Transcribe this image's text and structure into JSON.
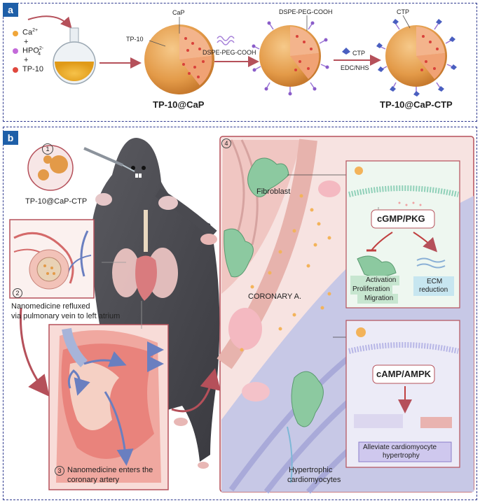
{
  "panel_a": {
    "tag": "a",
    "reagents": {
      "ca": "Ca",
      "ca_sup": "2+",
      "plus1": "+",
      "hpo": "HPO",
      "hpo_sup": "2-",
      "hpo_sub": "4",
      "plus2": "+",
      "tp10": "TP-10"
    },
    "labels": {
      "cap": "CaP",
      "tp10_pointer": "TP-10",
      "dspe_top": "DSPE-PEG-COOH",
      "dspe_arrow": "DSPE-PEG-COOH",
      "ctp_top": "CTP",
      "ctp_arrow": "CTP",
      "edc": "EDC/NHS",
      "np1": "TP-10@CaP",
      "np2": "TP-10@CaP-CTP"
    }
  },
  "panel_b": {
    "tag": "b",
    "step1": "1",
    "step1_label": "TP-10@CaP-CTP",
    "step2": "2",
    "step2_label_l1": "Nanomedicine refluxed",
    "step2_label_l2": "via pulmonary vein to left atrium",
    "step3": "3",
    "step3_label_l1": "Nanomedicine enters the",
    "step3_label_l2": "coronary artery",
    "step4": "4",
    "fibroblast": "Fibroblast",
    "coronary": "CORONARY A.",
    "hypertrophic_l1": "Hypertrophic",
    "hypertrophic_l2": "cardiomyocytes",
    "box1": {
      "pathway": "cGMP/PKG",
      "activation": "Activation",
      "proliferation": "Proliferation",
      "migration": "Migration",
      "ecm_l1": "ECM",
      "ecm_l2": "reduction"
    },
    "box2": {
      "pathway": "cAMP/AMPK",
      "alleviate_l1": "Alleviate cardiomyocyte",
      "alleviate_l2": "hypertrophy"
    }
  },
  "colors": {
    "frame": "#2f3a8f",
    "tag_blue": "#1e5fa8",
    "np_orange": "#e8a04a",
    "drug_red": "#d9413a",
    "peg_purple": "#8a5cc9",
    "tissue_pink": "#f2c4c0",
    "fibroblast_green": "#8cc9a0"
  }
}
